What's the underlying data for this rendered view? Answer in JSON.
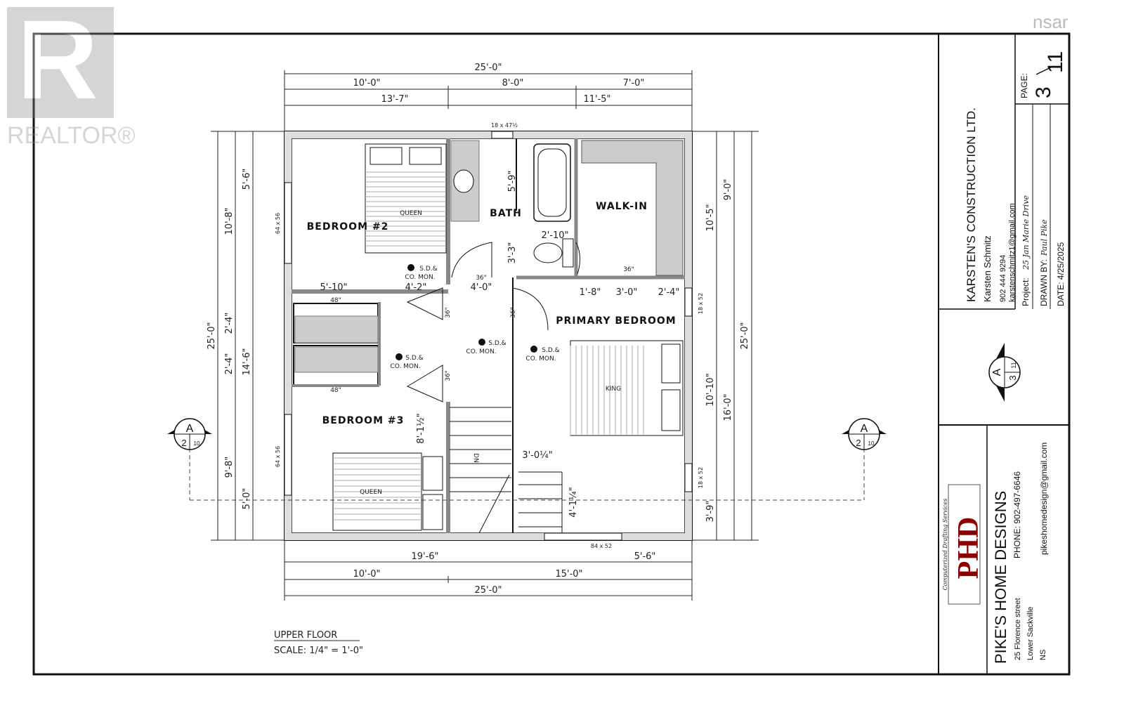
{
  "watermark": {
    "realtor": "REALTOR®",
    "nsar": "nsar"
  },
  "plan": {
    "rooms": {
      "bedroom2": "BEDROOM #2",
      "bath": "BATH",
      "walkin": "WALK-IN",
      "primary": "PRIMARY BEDROOM",
      "bedroom3": "BEDROOM #3"
    },
    "beds": {
      "queen1": "QUEEN",
      "king": "KING",
      "queen2": "QUEEN"
    },
    "detectors": {
      "line1": "S.D.&",
      "line2": "CO. MON."
    },
    "stairs_dn": "DN",
    "windows": {
      "top": "18 x 47½",
      "left1": "64 x 56",
      "left2": "64 x 56",
      "right1": "18 x 52",
      "right2": "18 x 52",
      "bottom": "84 x 52"
    },
    "dims": {
      "top_total": "25'-0\"",
      "top_a": "10'-0\"",
      "top_b": "8'-0\"",
      "top_c": "7'-0\"",
      "top_d": "13'-7\"",
      "top_e": "11'-5\"",
      "bot_a": "19'-6\"",
      "bot_b": "5'-6\"",
      "bot_c": "10'-0\"",
      "bot_d": "15'-0\"",
      "bot_total": "25'-0\"",
      "left_total": "25'-0\"",
      "left_a": "10'-8\"",
      "left_b": "9'-8\"",
      "left_c": "5'-6\"",
      "left_d": "14'-6\"",
      "left_e": "5'-0\"",
      "left_f": "2'-4\"",
      "left_g": "2'-4\"",
      "right_total": "25'-0\"",
      "right_a": "9'-0\"",
      "right_b": "16'-0\"",
      "right_c": "10'-5\"",
      "right_d": "10'-10\"",
      "right_e": "3'-9\"",
      "in_5_10": "5'-10\"",
      "in_4_2": "4'-2\"",
      "in_4_0": "4'-0\"",
      "in_5_9": "5'-9\"",
      "in_3_3": "3'-3\"",
      "in_2_10": "2'-10\"",
      "in_1_8": "1'-8\"",
      "in_3_0": "3'-0\"",
      "in_2_4": "2'-4\"",
      "in_8_1": "8'-1½\"",
      "in_3_0q": "3'-0¼\"",
      "in_4_1": "4'-1¼\"",
      "d36": "36\"",
      "d48": "48\""
    },
    "section": {
      "letter": "A",
      "num": "2",
      "sheet": "10",
      "num2": "3",
      "sheet2": "11"
    },
    "caption": {
      "title": "UPPER FLOOR",
      "scale": "SCALE: 1/4\" = 1'-0\""
    }
  },
  "titleblock": {
    "client": "KARSTEN'S CONSTRUCTION LTD.",
    "name": "Karsten Schmitz",
    "phone": "902 444 9294",
    "email": "karstenschmitz1@gmail.com",
    "project": "Project:",
    "project_val": "25 Jan Marie Drive",
    "drawn": "DRAWN BY:",
    "drawn_val": "Paul Pike",
    "date": "DATE: 4/25/2025",
    "page_label": "PAGE:",
    "page_num": "3",
    "page_total": "11",
    "company": "PIKE'S HOME DESIGNS",
    "co_phone": "PHONE: 902-497-6646",
    "co_email": "pikeshomedesign@gmail.com",
    "co_addr1": "25 Florence street",
    "co_addr2": "Lower Sackville",
    "co_addr3": "NS",
    "logo_text": "PHD",
    "logo_tag": "Computerized Drafting Services"
  }
}
